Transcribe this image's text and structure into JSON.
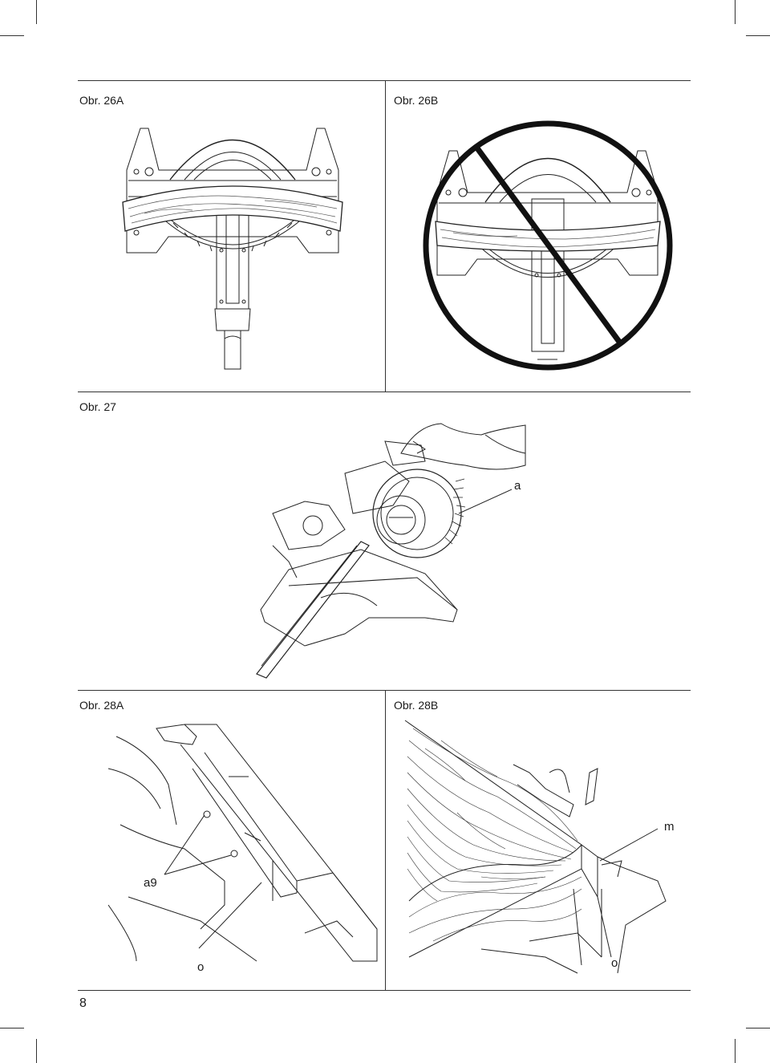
{
  "figures": {
    "fig26a": {
      "caption": "Obr. 26A"
    },
    "fig26b": {
      "caption": "Obr. 26B"
    },
    "fig27": {
      "caption": "Obr. 27",
      "callouts": {
        "a": "a"
      }
    },
    "fig28a": {
      "caption": "Obr. 28A",
      "callouts": {
        "a9": "a9",
        "o": "o"
      }
    },
    "fig28b": {
      "caption": "Obr. 28B",
      "callouts": {
        "m": "m",
        "o": "o"
      }
    }
  },
  "page_number": "8",
  "icons": {
    "prohibition": "prohibition-circle-icon"
  }
}
